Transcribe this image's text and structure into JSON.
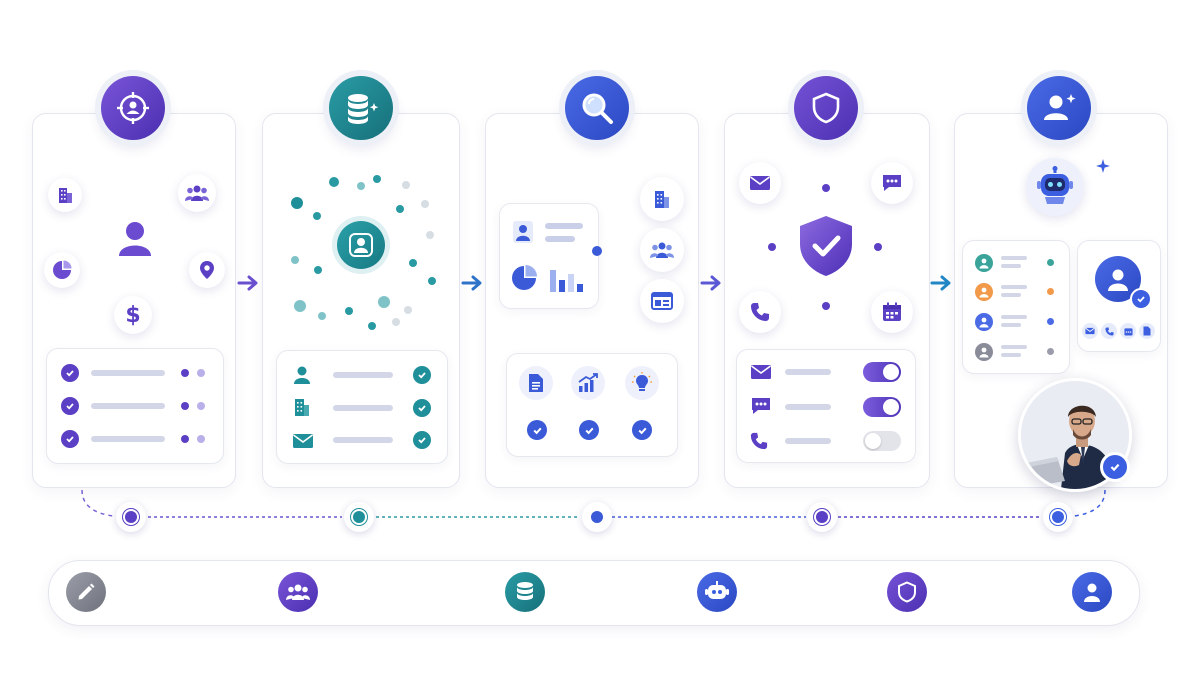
{
  "colors": {
    "purple": "#5b3fc4",
    "teal": "#1f8f9a",
    "blue": "#3a5ad7",
    "violet": "#6244c8",
    "royal": "#3b5fe0",
    "gray": "#8a8d99"
  },
  "stages": [
    {
      "name": "targeting",
      "icon": "target-user-icon"
    },
    {
      "name": "data-collection",
      "icon": "database-sparkle-icon"
    },
    {
      "name": "analysis",
      "icon": "magnifier-icon"
    },
    {
      "name": "security",
      "icon": "shield-icon"
    },
    {
      "name": "ai-personalization",
      "icon": "user-sparkle-icon"
    }
  ],
  "bottom_icons": [
    "pencil-icon",
    "users-icon",
    "database-icon",
    "robot-icon",
    "shield-icon",
    "user-icon"
  ],
  "stage1": {
    "dollar_symbol": "$"
  }
}
